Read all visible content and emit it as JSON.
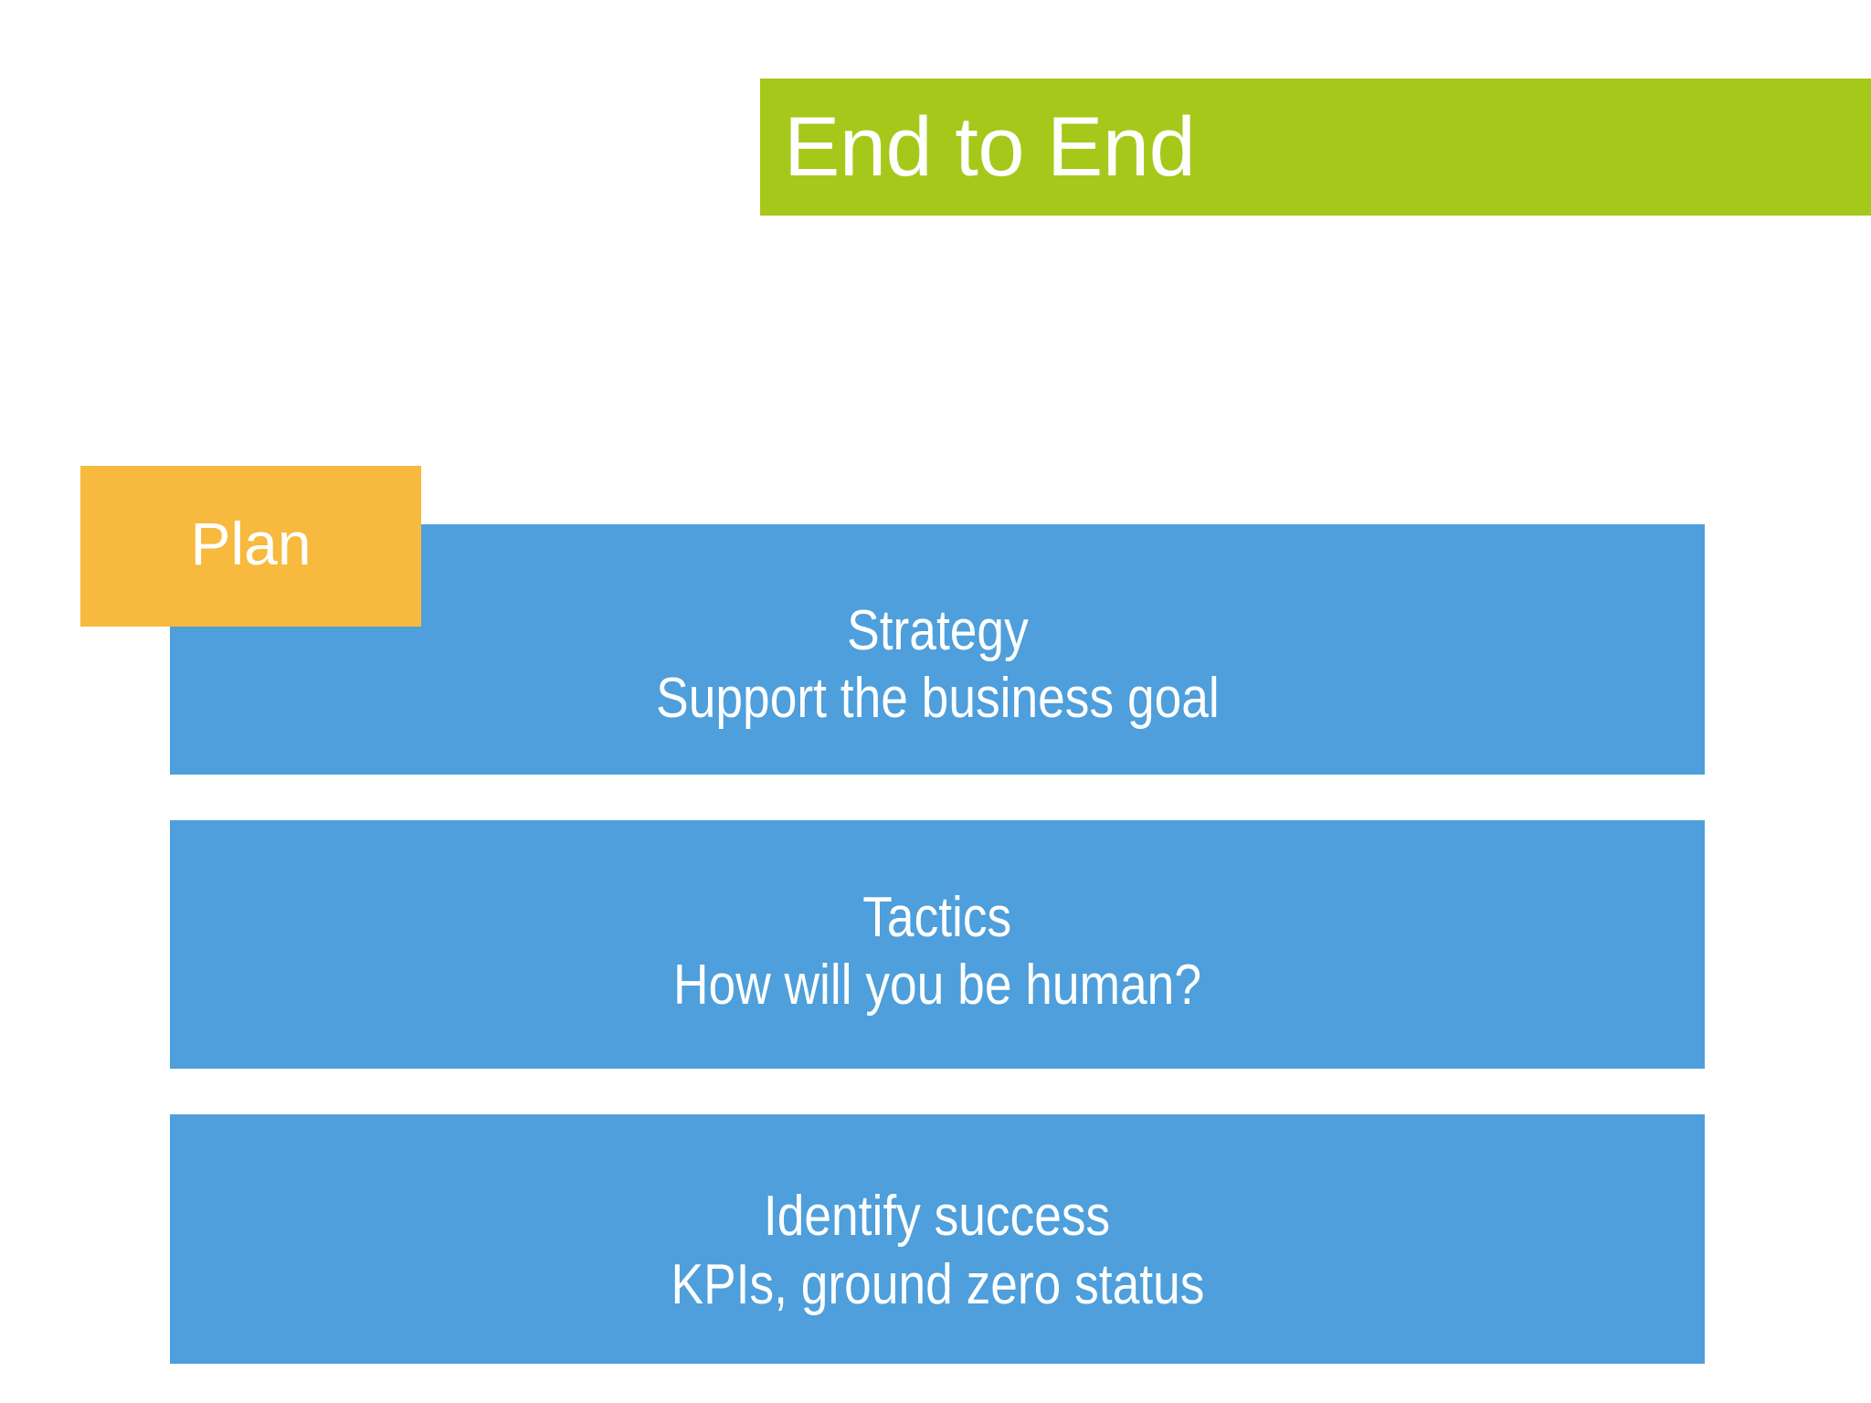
{
  "slide": {
    "background_color": "#FFFFFF",
    "title": {
      "text": "End to End",
      "band_color": "#A6C81A",
      "text_color": "#FFFFFF"
    },
    "phase_tab": {
      "label": "Plan",
      "color": "#F7B93E",
      "text_color": "#FFFFFF"
    },
    "steps": [
      {
        "heading": "Strategy",
        "detail": "Support the business goal",
        "color": "#4E9FDB",
        "text_color": "#FFFFFF"
      },
      {
        "heading": "Tactics",
        "detail": "How will you be human?",
        "color": "#4E9FDB",
        "text_color": "#FFFFFF"
      },
      {
        "heading": "Identify success",
        "detail": "KPIs, ground zero status",
        "color": "#4E9FDB",
        "text_color": "#FFFFFF"
      }
    ]
  }
}
